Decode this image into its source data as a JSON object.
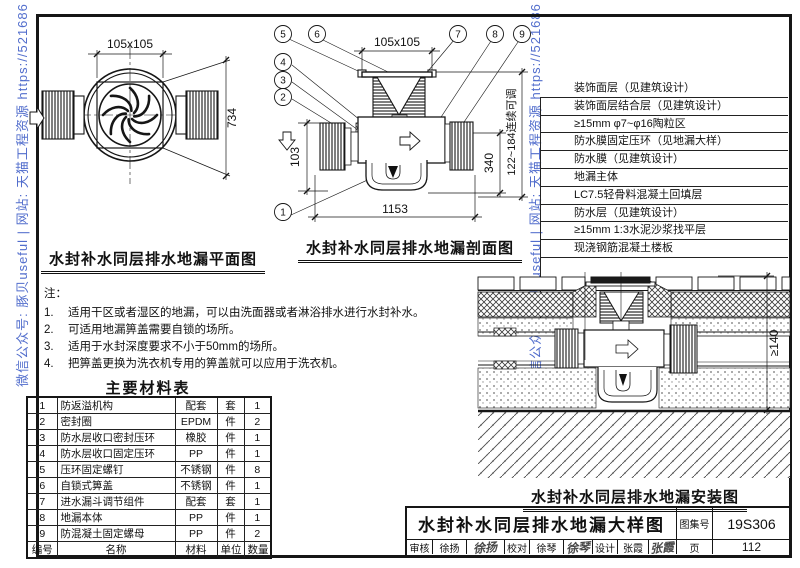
{
  "watermark": {
    "text": "微信公众号: 豚贝useful | 网站: 天猫工程资源 https://521686",
    "color": "#3f5ec7"
  },
  "colors": {
    "line": "#161616",
    "paper": "#ffffff"
  },
  "plan_view": {
    "title": "水封补水同层排水地漏平面图",
    "dim_top": "105x105",
    "dim_right": "734"
  },
  "section_view": {
    "title": "水封补水同层排水地漏剖面图",
    "dim_top": "105x105",
    "dim_left": "103",
    "dim_bottom": "1153",
    "dim_right": "340",
    "dim_adjust": "122~184连续可调",
    "callouts": [
      "1",
      "2",
      "3",
      "4",
      "5",
      "6",
      "7",
      "8",
      "9"
    ]
  },
  "layer_labels": [
    "装饰面层（见建筑设计）",
    "装饰面层结合层（见建筑设计）",
    "≥15mm φ7~φ16陶粒区",
    "防水膜固定压环（见地漏大样）",
    "防水膜（见建筑设计）",
    "地漏主体",
    "LC7.5轻骨料混凝土回填层",
    "防水层（见建筑设计）",
    "≥15mm 1:3水泥沙浆找平层",
    "现浇钢筋混凝土楼板"
  ],
  "notes": {
    "heading": "注：",
    "items": [
      {
        "num": "1.",
        "text": "适用干区或者湿区的地漏，可以由洗面器或者淋浴排水进行水封补水。"
      },
      {
        "num": "2.",
        "text": "可适用地漏箅盖需要自锁的场所。"
      },
      {
        "num": "3.",
        "text": "适用于水封深度要求不小于50mm的场所。"
      },
      {
        "num": "4.",
        "text": "把箅盖更换为洗衣机专用的箅盖就可以应用于洗衣机。"
      }
    ]
  },
  "material_table": {
    "title": "主要材料表",
    "rows": [
      [
        "1",
        "防返溢机构",
        "配套",
        "套",
        "1"
      ],
      [
        "2",
        "密封圈",
        "EPDM",
        "件",
        "2"
      ],
      [
        "3",
        "防水层收口密封压环",
        "橡胶",
        "件",
        "1"
      ],
      [
        "4",
        "防水层收口固定压环",
        "PP",
        "件",
        "1"
      ],
      [
        "5",
        "压环固定螺钉",
        "不锈钢",
        "件",
        "8"
      ],
      [
        "6",
        "自锁式箅盖",
        "不锈钢",
        "件",
        "1"
      ],
      [
        "7",
        "进水漏斗调节组件",
        "配套",
        "套",
        "1"
      ],
      [
        "8",
        "地漏本体",
        "PP",
        "件",
        "1"
      ],
      [
        "9",
        "防混凝土固定螺母",
        "PP",
        "件",
        "2"
      ]
    ],
    "footer": [
      "编号",
      "名称",
      "材料",
      "单位",
      "数量"
    ]
  },
  "install_view": {
    "title": "水封补水同层排水地漏安装图",
    "dim_right": "≥140"
  },
  "title_block": {
    "title": "水封补水同层排水地漏大样图",
    "atlas_label": "图集号",
    "atlas_no": "19S306",
    "page_label": "页",
    "page_no": "112",
    "review_label": "审核",
    "review_name": "徐扬",
    "review_sig": "徐扬",
    "check_label": "校对",
    "check_name": "徐琴",
    "check_sig": "徐琴",
    "design_label": "设计",
    "design_name": "张霞",
    "design_sig": "张霞"
  }
}
